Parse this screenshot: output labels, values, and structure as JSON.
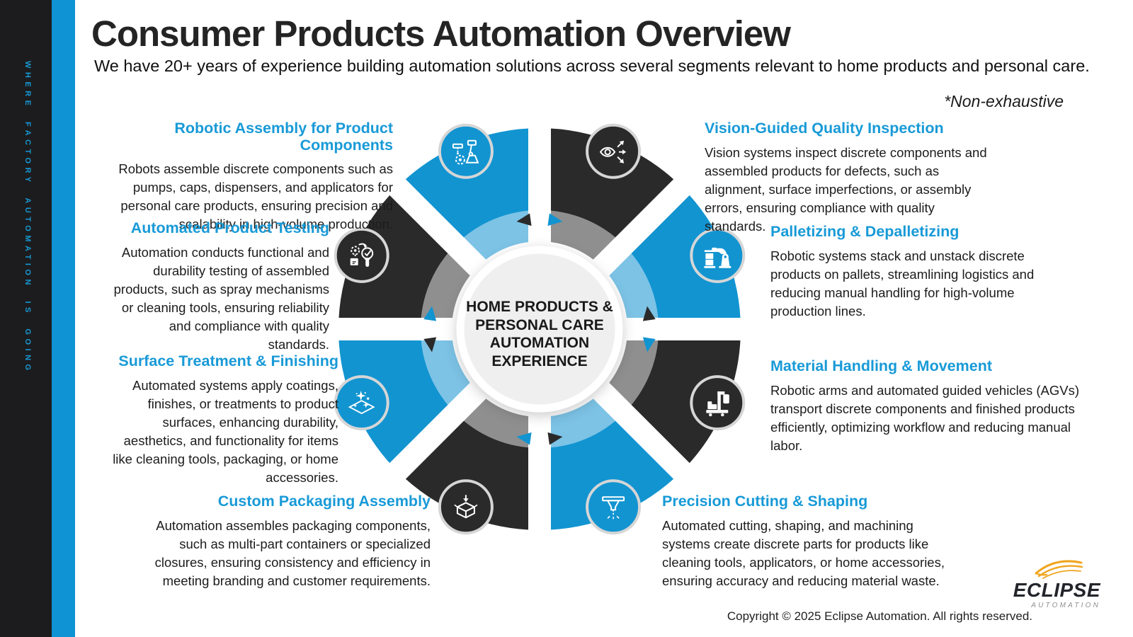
{
  "sidebar": {
    "vertical_text": "WHERE FACTORY AUTOMATION IS GOING"
  },
  "header": {
    "title": "Consumer Products Automation Overview",
    "subtitle": "We have 20+ years of experience building automation solutions across several segments relevant to home products and personal care.",
    "note": "*Non-exhaustive"
  },
  "center": {
    "line1": "HOME PRODUCTS &",
    "line2": "PERSONAL CARE",
    "line3": "AUTOMATION",
    "line4": "EXPERIENCE"
  },
  "sections": [
    {
      "id": "robotic-assembly",
      "icon": "robotic-assembly-icon",
      "color": "blue",
      "title": "Robotic Assembly for Product Components",
      "body": "Robots assemble discrete components such as pumps, caps, dispensers, and applicators for personal care products, ensuring precision and scalability in high-volume production."
    },
    {
      "id": "product-testing",
      "icon": "product-testing-icon",
      "color": "dark",
      "title": "Automated Product Testing",
      "body": "Automation conducts functional and durability testing of assembled products, such as spray mechanisms or cleaning tools, ensuring reliability and compliance with quality standards."
    },
    {
      "id": "surface-treatment",
      "icon": "surface-treatment-icon",
      "color": "blue",
      "title": "Surface Treatment & Finishing",
      "body": "Automated systems apply coatings, finishes, or treatments to product surfaces, enhancing durability, aesthetics, and functionality for items like cleaning tools, packaging, or home accessories."
    },
    {
      "id": "custom-packaging",
      "icon": "packaging-icon",
      "color": "dark",
      "title": "Custom Packaging Assembly",
      "body": "Automation assembles packaging components, such as multi-part containers or specialized closures, ensuring consistency and efficiency in meeting branding and customer requirements."
    },
    {
      "id": "vision-inspection",
      "icon": "vision-inspection-icon",
      "color": "dark",
      "title": "Vision-Guided Quality Inspection",
      "body": "Vision systems inspect discrete components and assembled products for defects, such as alignment, surface imperfections, or assembly errors, ensuring compliance with quality standards."
    },
    {
      "id": "palletizing",
      "icon": "palletizing-icon",
      "color": "blue",
      "title": "Palletizing & Depalletizing",
      "body": "Robotic systems stack and unstack discrete products on pallets, streamlining logistics and reducing manual handling for high-volume production lines."
    },
    {
      "id": "material-handling",
      "icon": "material-handling-icon",
      "color": "dark",
      "title": "Material Handling & Movement",
      "body": "Robotic arms and automated guided vehicles (AGVs) transport discrete components and finished products efficiently, optimizing workflow and reducing manual labor."
    },
    {
      "id": "precision-cutting",
      "icon": "precision-cutting-icon",
      "color": "blue",
      "title": "Precision Cutting & Shaping",
      "body": "Automated cutting, shaping, and machining systems create discrete parts for products like cleaning tools, applicators, or home accessories, ensuring accuracy and reducing material waste."
    }
  ],
  "footer": {
    "copyright": "Copyright © 2025 Eclipse Automation. All rights reserved.",
    "logo_name": "ECLIPSE",
    "logo_sub": "AUTOMATION"
  },
  "colors": {
    "wedge_blue": "#1294d1",
    "wedge_light_blue": "#7cc3e6",
    "wedge_dark": "#2a2a2a",
    "wedge_gray": "#8f8f8f",
    "heading_blue": "#189ad7",
    "sidebar_stripe": "#0f93d4",
    "logo_gold": "#f0a51f"
  }
}
